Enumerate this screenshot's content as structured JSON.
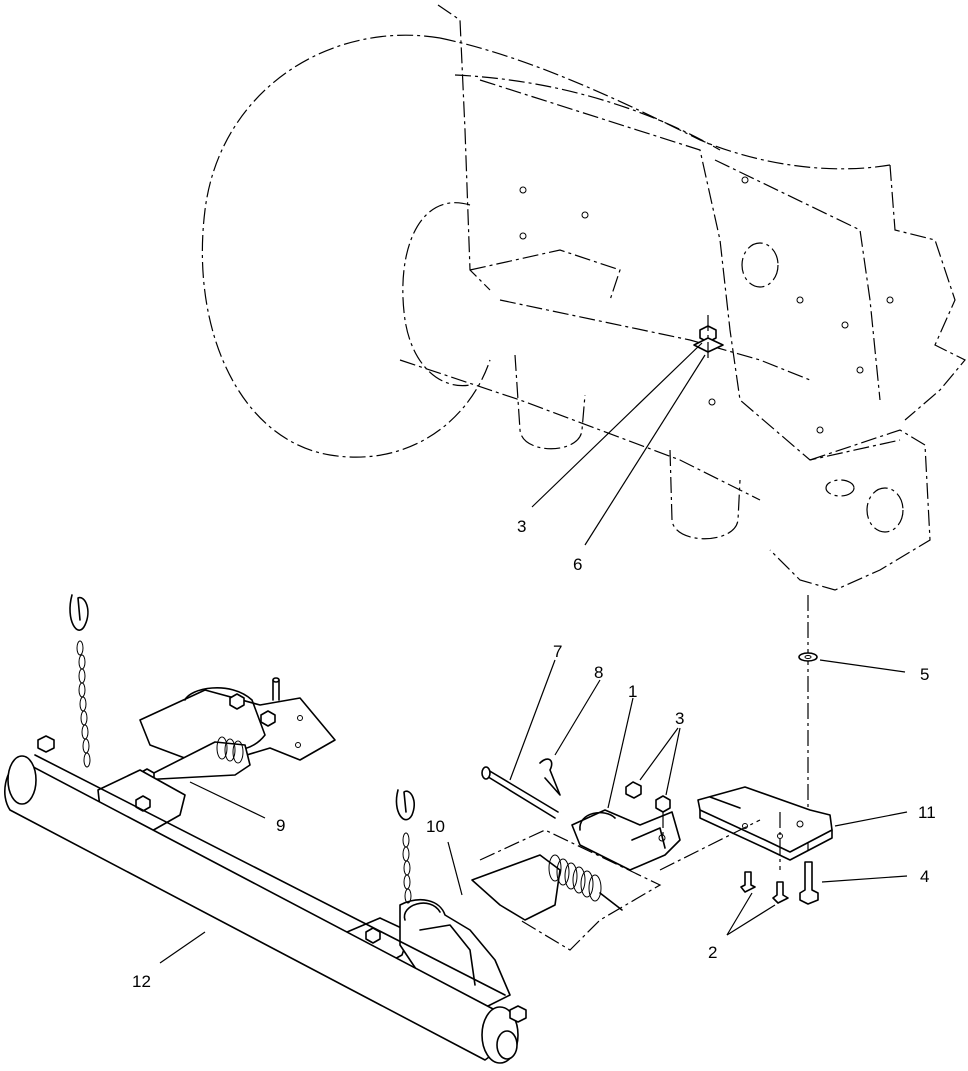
{
  "callouts": [
    "1",
    "2",
    "3",
    "4",
    "5",
    "6",
    "7",
    "8",
    "9",
    "10",
    "11",
    "12"
  ],
  "labels": {
    "c1": "1",
    "c2": "2",
    "c3_upper": "3",
    "c3_lower": "3",
    "c4": "4",
    "c5": "5",
    "c6": "6",
    "c7": "7",
    "c8": "8",
    "c9": "9",
    "c10": "10",
    "c11": "11",
    "c12": "12"
  },
  "colors": {
    "line": "#000000",
    "background": "#ffffff"
  }
}
